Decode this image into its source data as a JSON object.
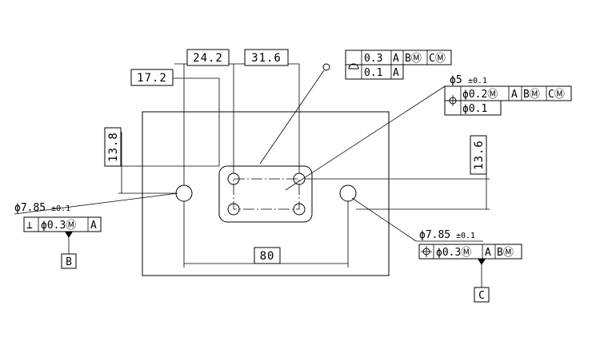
{
  "dimensions": {
    "d_24_2": "24.2",
    "d_31_6": "31.6",
    "d_17_2": "17.2",
    "d_13_8": "13.8",
    "d_13_6": "13.6",
    "d_80": "80"
  },
  "profile_fcf": {
    "row1": [
      "0.3",
      "A",
      "BⓂ",
      "CⓂ"
    ],
    "row2": [
      "0.1",
      "A"
    ]
  },
  "hole_d5": {
    "callout": "ϕ5",
    "tol": "±0.1",
    "row1": [
      "ϕ0.2Ⓜ",
      "A",
      "BⓂ",
      "CⓂ"
    ],
    "row2": [
      "ϕ0.1"
    ]
  },
  "hole_left": {
    "callout": "ϕ7.85",
    "tol": "±0.1",
    "symbol": "⊥",
    "cells": [
      "ϕ0.3Ⓜ",
      "A"
    ],
    "datum": "B"
  },
  "hole_right": {
    "callout": "ϕ7.85",
    "tol": "±0.1",
    "cells": [
      "ϕ0.3Ⓜ",
      "A",
      "BⓂ"
    ],
    "datum": "C"
  }
}
